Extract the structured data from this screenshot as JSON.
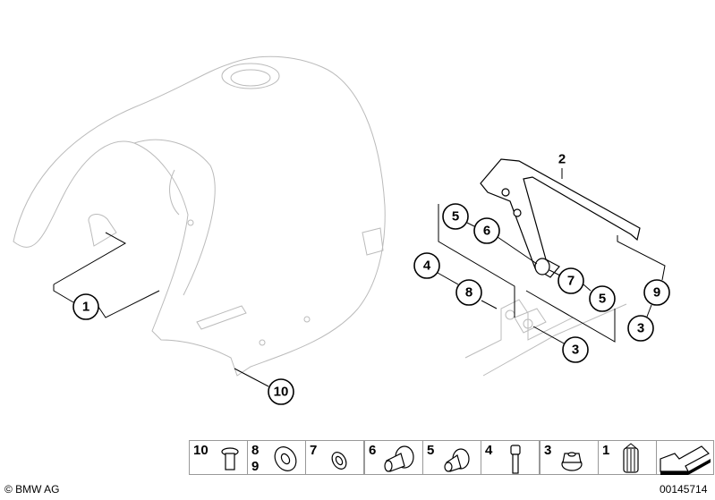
{
  "callouts": {
    "c1": "1",
    "c10": "10",
    "c2": "2",
    "c5a": "5",
    "c6": "6",
    "c4": "4",
    "c8": "8",
    "c7": "7",
    "c5b": "5",
    "c9": "9",
    "c3a": "3",
    "c3b": "3"
  },
  "legend": [
    {
      "num": "10",
      "part": "bolt"
    },
    {
      "num": "8",
      "num2": "9",
      "part": "washer"
    },
    {
      "num": "7",
      "part": "small-washer"
    },
    {
      "num": "6",
      "part": "bushing"
    },
    {
      "num": "5",
      "part": "bushing"
    },
    {
      "num": "4",
      "part": "socket-screw"
    },
    {
      "num": "3",
      "part": "collar-nut"
    },
    {
      "num": "1",
      "part": "rubber-grommet"
    }
  ],
  "footer": {
    "copyright": "© BMW AG",
    "diagram_id": "00145714"
  }
}
